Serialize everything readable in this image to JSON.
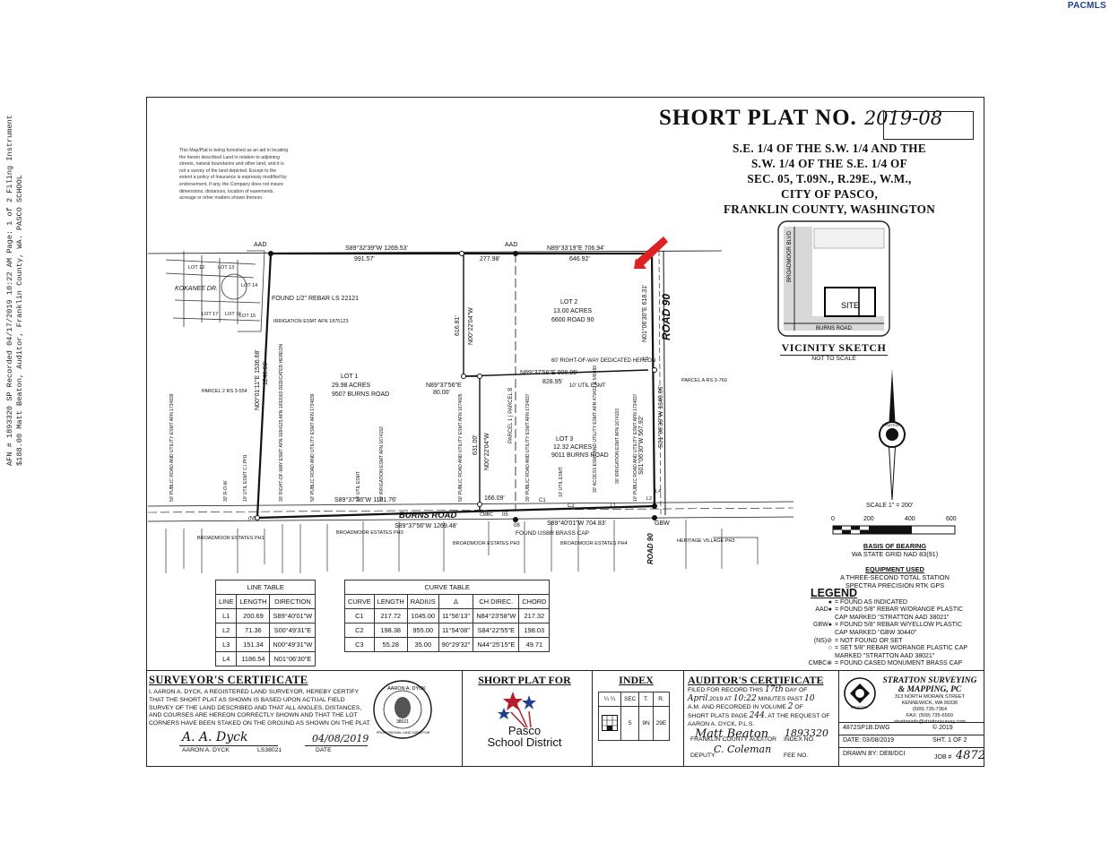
{
  "watermark": "PACMLS",
  "recording_stamp": {
    "line1": "AFN # 1893320 SP Recorded 04/17/2019 10:22 AM Page: 1 of 2 Filing Instrument",
    "line2": "$188.00 Matt Beaton, Auditor, Franklin County, WA.  PASCO SCHOOL"
  },
  "disclaimer": "This Map/Plat is being furnished as an aid in locating the herein described Land in relation to adjoining streets, natural boundaries and other land, and it is not a survey of the land depicted. Except to the extent a policy of Insurance is expressly modified by endorsement, if any, the Company does not insure dimensions, distances, location of easements, acreage or other matters shown thereon.",
  "title": {
    "prefix": "SHORT PLAT NO.",
    "number": "2019-08",
    "description": [
      "S.E. 1/4 OF THE S.W. 1/4 AND THE",
      "S.W. 1/4 OF THE S.E. 1/4 OF",
      "SEC. 05, T.09N., R.29E., W.M.,",
      "CITY OF PASCO,",
      "FRANKLIN COUNTY, WASHINGTON"
    ]
  },
  "vicinity": {
    "street_v": "BROADMOOR BLVD",
    "street_h": "BURNS ROAD",
    "site": "SITE",
    "heading": "VICINITY SKETCH",
    "note": "NOT TO SCALE"
  },
  "north_seal": "STRATTON",
  "scale": {
    "label": "SCALE 1\" = 200'",
    "ticks": [
      "0",
      "200",
      "400",
      "600"
    ]
  },
  "basis": {
    "heading": "BASIS OF BEARING",
    "text": "WA STATE GRID NAD 83(91)"
  },
  "equipment": {
    "heading": "EQUIPMENT USED",
    "line1": "A THREE-SECOND TOTAL STATION",
    "line2": "SPECTRA PRECISION RTK GPS"
  },
  "legend": {
    "heading": "LEGEND",
    "items": [
      {
        "key": "●",
        "text": "= FOUND AS INDICATED"
      },
      {
        "key": "AAD●",
        "text": "= FOUND 5/8\" REBAR W/ORANGE PLASTIC CAP MARKED \"STRATTON AAD 38021\""
      },
      {
        "key": "GBW●",
        "text": "= FOUND 5/8\" REBAR W/YELLOW PLASTIC CAP MARKED \"GBW 30440\""
      },
      {
        "key": "(NS)⊘",
        "text": "= NOT FOUND OR SET"
      },
      {
        "key": "○",
        "text": "= SET 5/8\" REBAR W/ORANGE PLASTIC CAP MARKED \"STRATTON AAD 38021\""
      },
      {
        "key": "CMBC⊗",
        "text": "= FOUND CASED MONUMENT BRASS CAP"
      }
    ]
  },
  "line_table": {
    "title": "LINE TABLE",
    "headers": [
      "LINE",
      "LENGTH",
      "DIRECTION"
    ],
    "rows": [
      [
        "L1",
        "200.69",
        "S89°40'01\"W"
      ],
      [
        "L2",
        "71.36",
        "S00°49'31\"E"
      ],
      [
        "L3",
        "151.34",
        "N00°49'31\"W"
      ],
      [
        "L4",
        "1186.54",
        "N01°06'30\"E"
      ]
    ]
  },
  "curve_table": {
    "title": "CURVE TABLE",
    "headers": [
      "CURVE",
      "LENGTH",
      "RADIUS",
      "Δ",
      "CH DIREC.",
      "CHORD"
    ],
    "rows": [
      [
        "C1",
        "217.72",
        "1045.00",
        "11°56'13\"",
        "N84°23'58\"W",
        "217.32"
      ],
      [
        "C2",
        "198.38",
        "955.00",
        "11°54'08\"",
        "S84°22'55\"E",
        "198.03"
      ],
      [
        "C3",
        "55.28",
        "35.00",
        "90°29'32\"",
        "N44°25'15\"E",
        "49.71"
      ]
    ]
  },
  "plat": {
    "top_left_bearing": "S89°32'39\"W  1269.53'",
    "top_left_dist": "991.57'",
    "top_mid_dist": "277.98'",
    "top_right_bearing": "N89°33'19\"E  706.94'",
    "top_right_dist": "646.92'",
    "aad": "AAD",
    "road90": "ROAD 90",
    "road90_lower": "ROAD 90",
    "burns": "BURNS ROAD",
    "kokanee": "KOKANEE DR.",
    "found_rebar": "FOUND 1/2\" REBAR LS 22121",
    "irrigation": "IRRIGATION ESMT AFN 1875123",
    "lot1": {
      "name": "LOT 1",
      "acres": "29.98 ACRES",
      "addr": "9507 BURNS ROAD"
    },
    "lot2": {
      "name": "LOT 2",
      "acres": "13.00 ACRES",
      "addr": "6600 ROAD 90"
    },
    "lot3": {
      "name": "LOT 3",
      "acres": "12.32 ACRES",
      "addr": "9011 BURNS ROAD"
    },
    "row": "60' RIGHT-OF-WAY DEDICATED HEREON",
    "util": "10' UTIL ESMT",
    "b1": "N89°37'56\"E  908.95'",
    "b1d": "828.95'",
    "b2": "N89°37'56\"E",
    "b2d": "80.00'",
    "v1": "N00°22'04\"W",
    "v1d": "616.81'",
    "v2": "N00°22'04\"W",
    "v2d": "631.00'",
    "west": "N00°01'11\"E  1536.68'",
    "west2": "1246.66'",
    "east1": "N01°06'30\"E  618.31'",
    "east2": "S01°06'30\"W  567.92'",
    "east3": "S01°06'30\"W 1340.06'",
    "bottom1": "S89°37'56\"W  1101.76'",
    "bottom2": "S89°37'56\"W  1269.48'",
    "bottom3": "S89°40'01\"W  704.83'",
    "bottom_d": "166.09'",
    "parcel2": "PARCEL 2 RS 3-554",
    "parcela": "PARCEL A RS 3-760",
    "parcel1b": "PARCEL 1 | PARCEL B",
    "usbr": "FOUND USBR BRASS CAP",
    "gbw": "GBW",
    "labels_sw": [
      "BROADMOOR ESTATES PH1",
      "BROADMOOR ESTATES PH3",
      "BROADMOOR ESTATES PH3",
      "BROADMOOR ESTATES PH4",
      "HERITAGE VILLAGE PH3"
    ],
    "lots_nw": [
      "LOT 12",
      "LOT 13",
      "LOT 14",
      "LOT 15",
      "LOT 16",
      "LOT 17"
    ],
    "esmts": [
      "50' PUBLIC ROAD AND UTILITY ESMT AFN 1734839",
      "30' R-O-W",
      "10' UTIL ESMT C.I.PH1",
      "30' RIGHT-OF-WAY ESMT AFN 1684125 AFN 1692003 DEDICATED HEREON",
      "50' PUBLIC ROAD AND UTILITY ESMT AFN 1734839",
      "10' UTIL ESMT",
      "30' IRRIGATION ESMT AFN 1674192",
      "50' PUBLIC ROAD AND UTILITY ESMT AFN 1674605",
      "30' PUBLIC ROAD AND UTILITY ESMT AFN 1734837",
      "10' UTIL ESMT",
      "30' ACCESS ESMT AND UTILITY ESMT AFN 479432 & 545490",
      "30' IRRIGATION ESMT AFN 1674193",
      "10' PUBLIC ROAD AND UTILITY ESMT AFN 1734837"
    ],
    "curve_tags": [
      "C1",
      "C2",
      "L1",
      "L2",
      "L3",
      "L4"
    ],
    "sec_nums": [
      "05",
      "08"
    ],
    "ns": "(NS)",
    "cmbc": "CMBC"
  },
  "surveyor": {
    "heading": "SURVEYOR'S CERTIFICATE",
    "text": "I, AARON A. DYCK, A REGISTERED LAND SURVEYOR, HEREBY CERTIFY THAT THE SHORT PLAT AS SHOWN IS BASED UPON ACTUAL FIELD SURVEY OF THE LAND DESCRIBED AND THAT ALL ANGLES, DISTANCES, AND COURSES ARE HEREON CORRECTLY SHOWN AND THAT THE LOT CORNERS HAVE BEEN STAKED ON THE GROUND AS SHOWN ON THE PLAT.",
    "name": "AARON A. DYCK",
    "ls": "LS38021",
    "date_label": "DATE",
    "sig": "A. A. Dyck",
    "date": "04/08/2019",
    "seal_name": "AARON A. DYCK",
    "seal_num": "38021",
    "seal_bottom": "PROFESSIONAL LAND SURVEYOR"
  },
  "shortplat_for": {
    "heading": "SHORT PLAT FOR",
    "org1": "Pasco",
    "org2": "School District"
  },
  "index": {
    "heading": "INDEX",
    "headers": [
      "¼ ¼",
      "SEC",
      "T.",
      "R."
    ],
    "values": [
      "5",
      "9N",
      "29E"
    ]
  },
  "auditor": {
    "heading": "AUDITOR'S CERTIFICATE",
    "line1_a": "FILED FOR RECORD THIS",
    "line1_day": "17th",
    "line1_b": "DAY OF",
    "line2_month": "April",
    "line2_a": ",2019 AT",
    "line2_time": "10:22",
    "line2_b": "MINUTES PAST",
    "line2_hour": "10",
    "line3_a": "A.M. AND RECORDED IN VOLUME",
    "line3_vol": "2",
    "line3_b": "OF",
    "line4_a": "SHORT PLATS PAGE",
    "line4_page": "244",
    "line4_b": ", AT THE REQUEST OF",
    "line5": "AARON A. DYCK, P.L.S.",
    "sig": "Matt Beaton",
    "afn": "1893320",
    "auditor_label": "FRANKLIN COUNTY AUDITOR",
    "index_no": "INDEX NO.",
    "deputy": "DEPUTY",
    "deputy_sig": "C. Coleman",
    "fee": "FEE NO."
  },
  "firm": {
    "name1": "STRATTON SURVEYING",
    "name2": "& MAPPING, PC",
    "addr1": "313 NORTH MORAIN STREET",
    "addr2": "KENNEWICK, WA 99336",
    "phone": "(509) 735-7364",
    "fax": "FAX: (509) 735-6560",
    "email": "strattoninfo@strattonsurvey.com",
    "dwg": "4872SP1B.DWG",
    "copyright": "© 2019",
    "date": "DATE: 03/08/2019",
    "sheet": "SHT. 1 OF 2",
    "drawn": "DRAWN BY: DEB/DCI",
    "job_label": "JOB #",
    "job": "4872",
    "seal": "STRATTON"
  }
}
